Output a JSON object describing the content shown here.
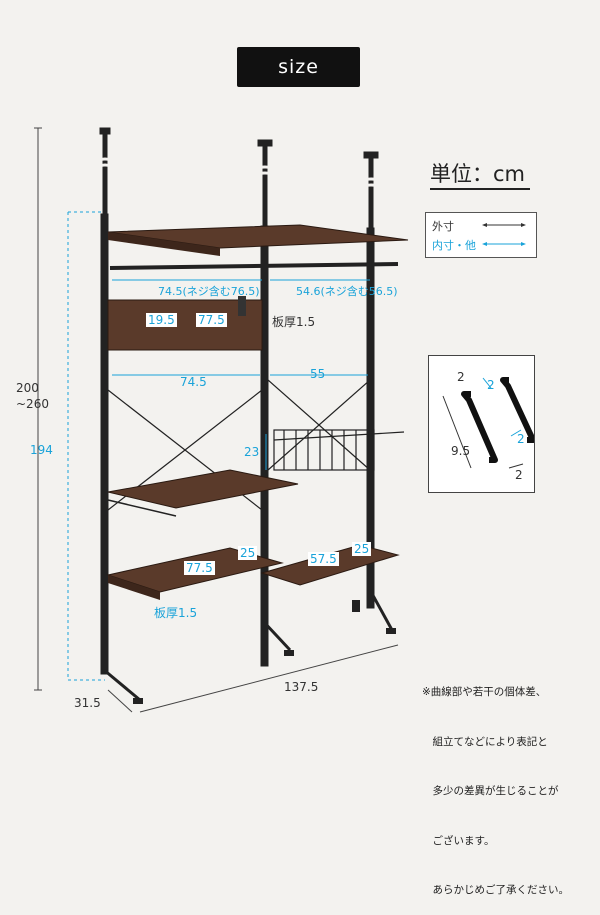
{
  "badge": {
    "text": "size"
  },
  "unit": {
    "text": "単位：cm"
  },
  "legend": {
    "outer": "外寸",
    "inner": "内寸・他"
  },
  "dimensions": {
    "total_height": "200\n~260",
    "total_height_l1": "200",
    "total_height_l2": "~260",
    "inner_height": "194",
    "depth": "31.5",
    "total_width": "137.5",
    "top_left_width": "74.5(ネジ含む76.5)",
    "top_right_width": "54.6(ネジ含む56.5)",
    "panel_depth": "19.5",
    "panel_width": "77.5",
    "panel_thickness": "板厚1.5",
    "mid_left_width": "74.5",
    "mid_right_width": "55",
    "rack_height": "23",
    "bottom_left_width": "77.5",
    "bottom_left_depth": "25",
    "bottom_right_width": "57.5",
    "bottom_right_depth": "25",
    "bottom_thickness": "板厚1.5"
  },
  "hook": {
    "dim_a": "2",
    "dim_b": "2",
    "dim_c": "2",
    "dim_d": "9.5",
    "dim_e": "2"
  },
  "note": {
    "line1": "※曲線部や若干の個体差、",
    "line2": "　組立てなどにより表記と",
    "line3": "　多少の差異が生じることが",
    "line4": "　ございます。",
    "line5": "　あらかじめご了承ください。"
  },
  "colors": {
    "accent": "#1aa3d9",
    "wood": "#5a3a2a",
    "frame": "#222222"
  }
}
